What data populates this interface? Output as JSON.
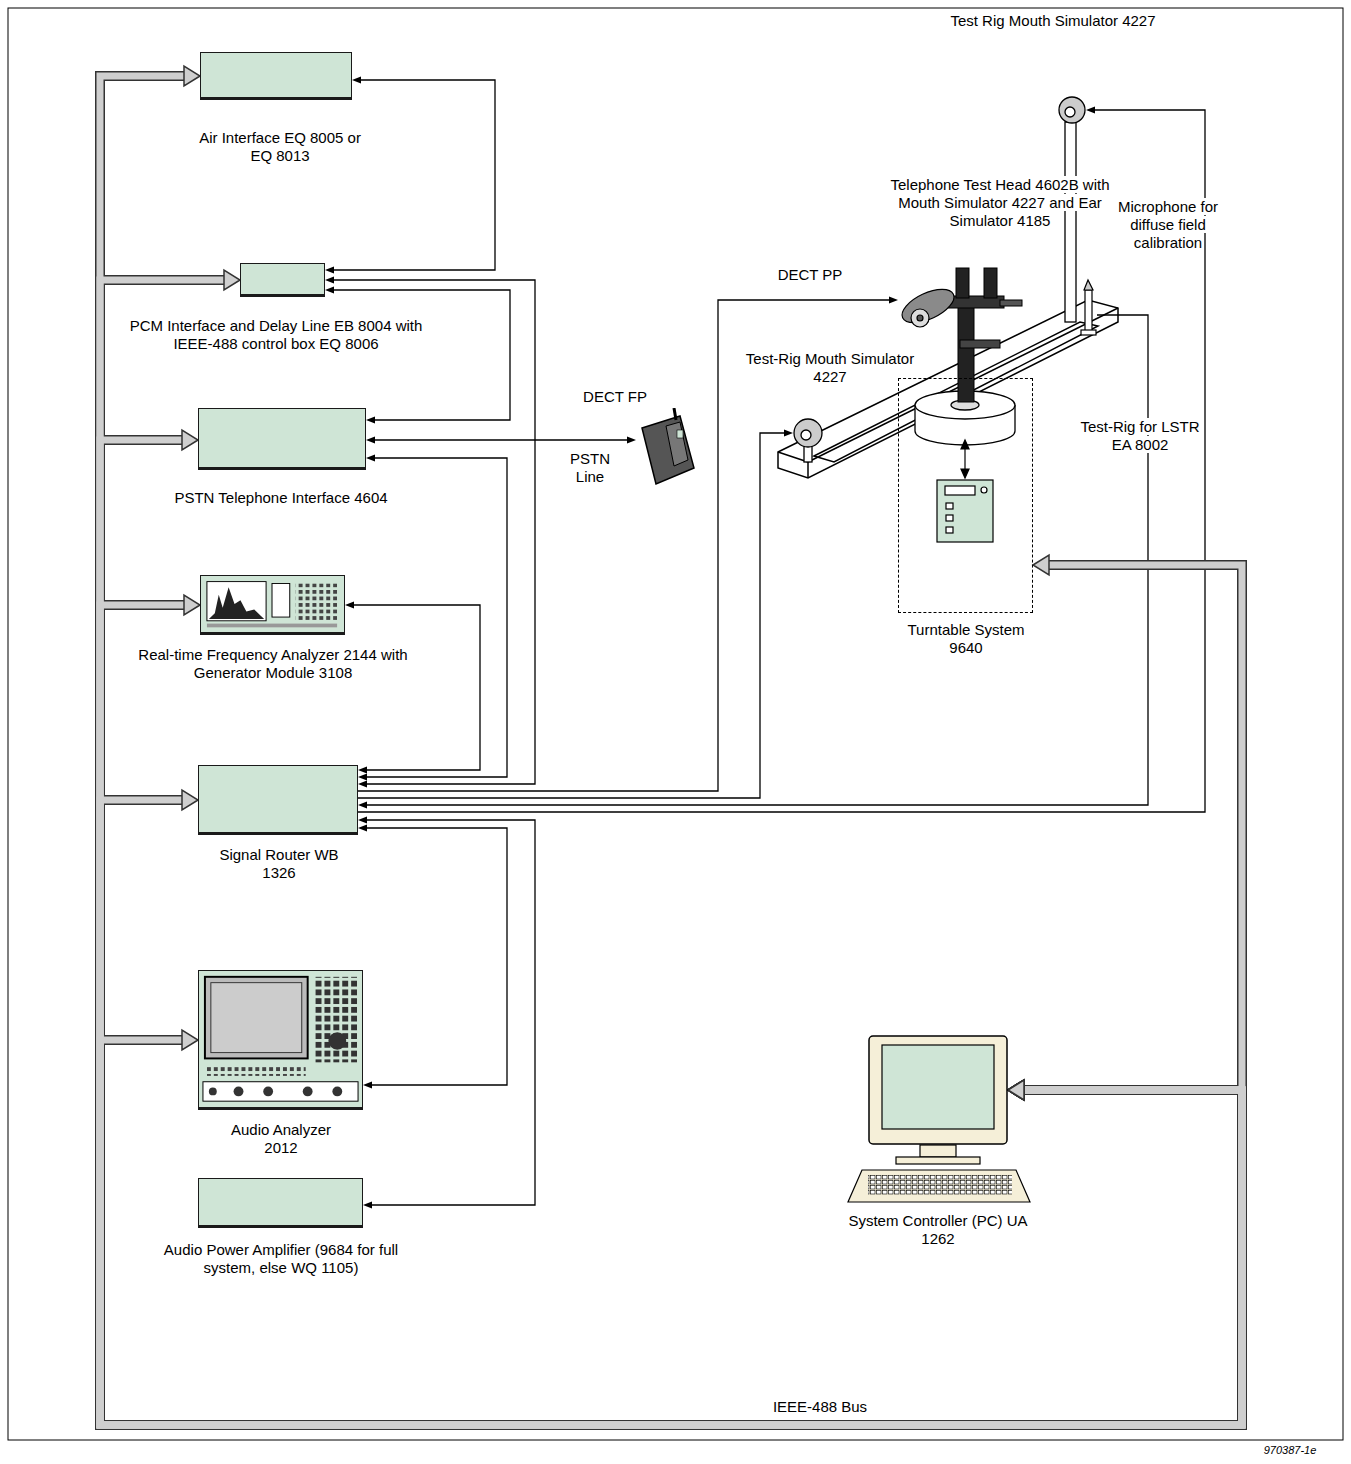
{
  "diagram": {
    "nodes": [
      {
        "text": [
          "Air Interface EQ 8005 or EQ 8013"
        ]
      },
      {
        "text": [
          "PCM Interface and Delay Line EB 8004 with IEEE-488 control box EQ 8006"
        ]
      },
      {
        "text": [
          "PSTN Telephone Interface 4604"
        ]
      },
      {
        "text": [
          "Real-time Frequency Analyzer 2144 with Generator Module 3108"
        ]
      },
      {
        "text": [
          "Signal Router WB 1326"
        ]
      },
      {
        "text": [
          "Audio Analyzer 2012"
        ]
      },
      {
        "text": [
          "Audio Power Amplifier (9684 for full system, else WQ 1105)"
        ]
      },
      {
        "text": [
          "DECT FP"
        ]
      },
      {
        "text": [
          "Test Rig Mouth Simulator 4227"
        ]
      },
      {
        "text": [
          "Telephone Test Head 4602B with Mouth Simulator 4227 and Ear Simulator 4185"
        ]
      },
      {
        "text": [
          "DECT PP"
        ]
      },
      {
        "text": [
          "Microphone for diffuse field calibration"
        ]
      },
      {
        "text": [
          "Test-Rig for LSTR EA 8002"
        ]
      },
      {
        "text": [
          "Test-Rig Mouth Simulator 4227"
        ],
        "in": 12
      },
      {
        "text": [
          "Turntable System 9640"
        ]
      },
      {
        "text": [
          "System Controller (PC) UA 1262"
        ]
      }
    ],
    "edges": [
      {
        "from": 0,
        "to": 1,
        "arrow": "both"
      },
      {
        "from": 1,
        "to": 2,
        "arrow": "both"
      },
      {
        "from": 2,
        "to": 7,
        "label": "PSTN Line",
        "arrow": "both"
      },
      {
        "from": 2,
        "to": 4,
        "arrow": "both"
      },
      {
        "from": 1,
        "to": 4,
        "arrow": "both"
      },
      {
        "from": 3,
        "to": 4,
        "arrow": "both"
      },
      {
        "from": 4,
        "to": 10,
        "arrow": "to"
      },
      {
        "from": 4,
        "to": 13,
        "arrow": "to"
      },
      {
        "from": 11,
        "to": 4,
        "arrow": "to"
      },
      {
        "from": 4,
        "to": 8,
        "arrow": "to"
      },
      {
        "from": 4,
        "to": 6,
        "arrow": "both"
      },
      {
        "from": 4,
        "to": 5,
        "arrow": "both"
      },
      {
        "from": 15,
        "to": 0,
        "arrow": "both"
      },
      {
        "from": 15,
        "to": 1,
        "arrow": "both"
      },
      {
        "from": 15,
        "to": 2,
        "arrow": "both"
      },
      {
        "from": 15,
        "to": 3,
        "arrow": "both"
      },
      {
        "from": 15,
        "to": 4,
        "arrow": "both"
      },
      {
        "from": 15,
        "to": 5,
        "arrow": "both"
      },
      {
        "from": 15,
        "to": 14,
        "arrow": "both"
      }
    ],
    "labels": [
      "IEEE-488 Bus",
      "970387-1e"
    ]
  }
}
